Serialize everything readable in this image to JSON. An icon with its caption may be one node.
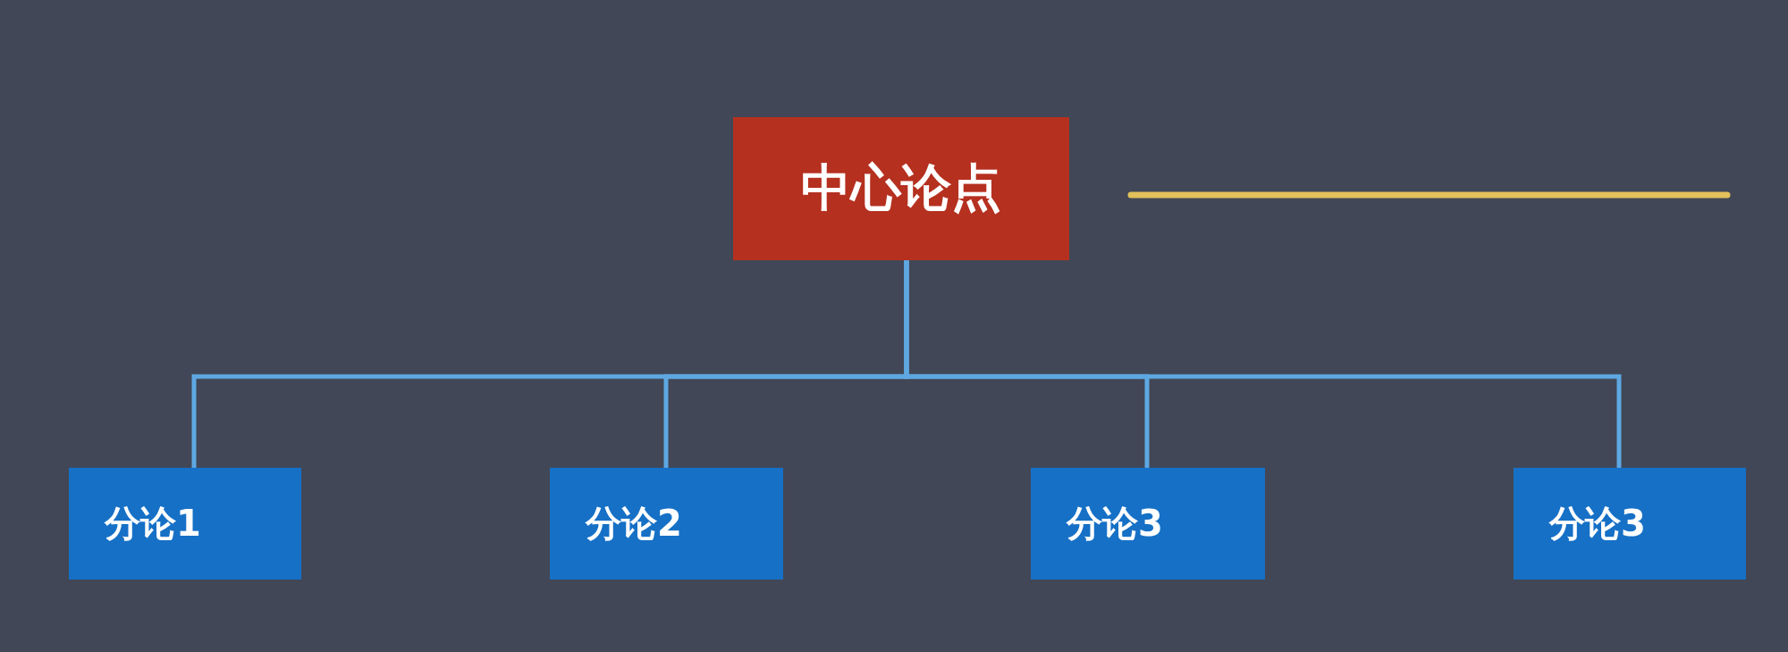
{
  "diagram": {
    "nodes": [
      {
        "text": [
          "中心论点"
        ]
      },
      {
        "text": [
          "分论1"
        ]
      },
      {
        "text": [
          "分论2"
        ]
      },
      {
        "text": [
          "分论3"
        ]
      },
      {
        "text": [
          "分论3"
        ]
      }
    ],
    "edges": [
      {
        "from": 0,
        "to": 1,
        "arrow": "none",
        "color": "#5ea8e2"
      },
      {
        "from": 0,
        "to": 2,
        "arrow": "none",
        "color": "#5ea8e2"
      },
      {
        "from": 0,
        "to": 3,
        "arrow": "none",
        "color": "#5ea8e2"
      },
      {
        "from": 0,
        "to": 4,
        "arrow": "none",
        "color": "#5ea8e2"
      }
    ]
  }
}
